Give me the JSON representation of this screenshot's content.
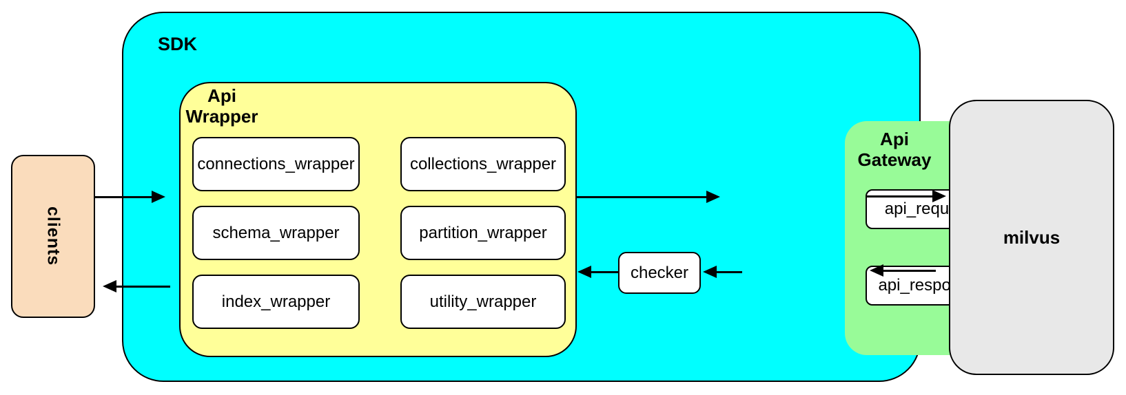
{
  "diagram": {
    "clients": {
      "label": "clients",
      "fill": "#FADCBC"
    },
    "sdk": {
      "label": "SDK",
      "fill": "#00FFFF",
      "api_wrapper": {
        "label_line1": "Api",
        "label_line2": "Wrapper",
        "fill": "#FFFF99",
        "boxes": [
          {
            "label": "connections_wrapper"
          },
          {
            "label": "collections_wrapper"
          },
          {
            "label": "schema_wrapper"
          },
          {
            "label": "partition_wrapper"
          },
          {
            "label": "index_wrapper"
          },
          {
            "label": "utility_wrapper"
          }
        ]
      },
      "checker": {
        "label": "checker",
        "fill": "#FFFFFF"
      },
      "api_gateway": {
        "label_line1": "Api",
        "label_line2": "Gateway",
        "fill": "#98FB98",
        "request_label": "api_request",
        "response_label": "api_response"
      }
    },
    "milvus": {
      "label": "milvus",
      "fill": "#E8E8E8"
    },
    "connections": [
      {
        "from": "clients",
        "to": "api_wrapper"
      },
      {
        "from": "api_wrapper",
        "to": "api_gateway"
      },
      {
        "from": "api_request",
        "to": "milvus"
      },
      {
        "from": "milvus",
        "to": "api_response"
      },
      {
        "from": "api_response",
        "to": "checker"
      },
      {
        "from": "checker",
        "to": "api_wrapper"
      },
      {
        "from": "api_wrapper",
        "to": "clients"
      }
    ]
  }
}
